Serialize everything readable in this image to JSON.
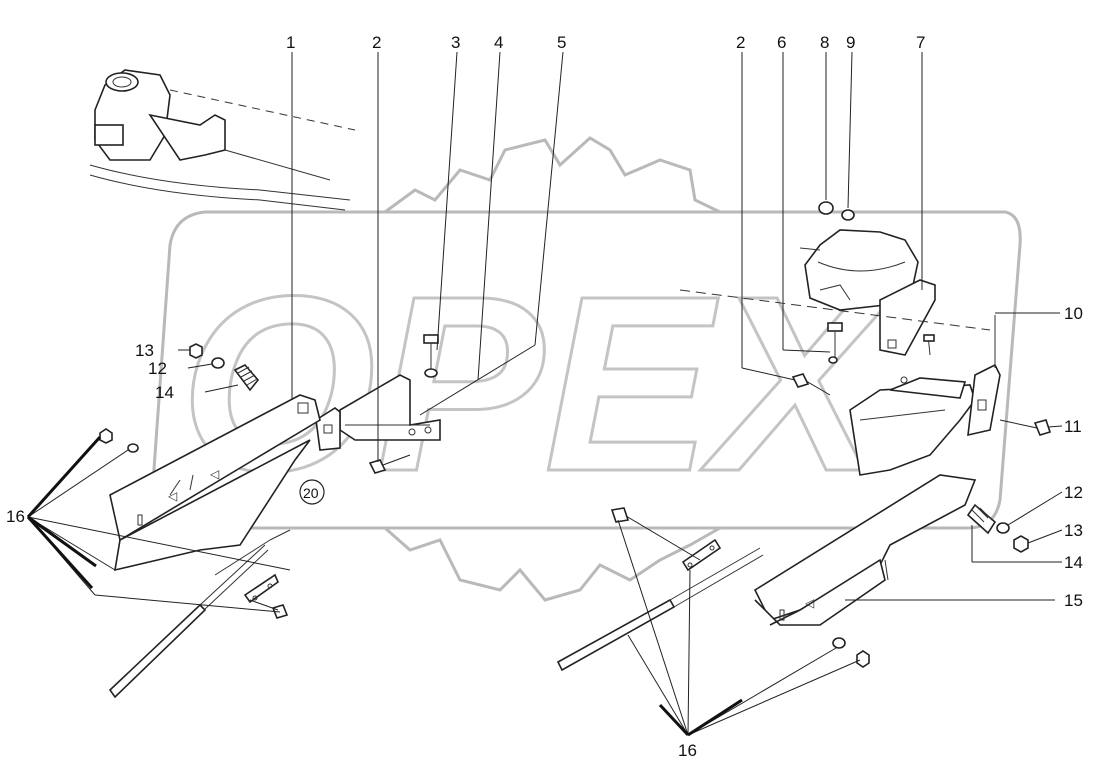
{
  "diagram": {
    "watermark_text": "OPEX",
    "callouts": {
      "top_left": [
        "1",
        "2",
        "3",
        "4",
        "5"
      ],
      "top_right": [
        "2",
        "6",
        "8",
        "9",
        "7"
      ],
      "left_side": [
        "13",
        "12",
        "14"
      ],
      "right_side": [
        "10",
        "11",
        "12",
        "13",
        "14",
        "15"
      ],
      "group_left": "16",
      "group_bottom": "16",
      "assembly_circle": "20"
    }
  }
}
